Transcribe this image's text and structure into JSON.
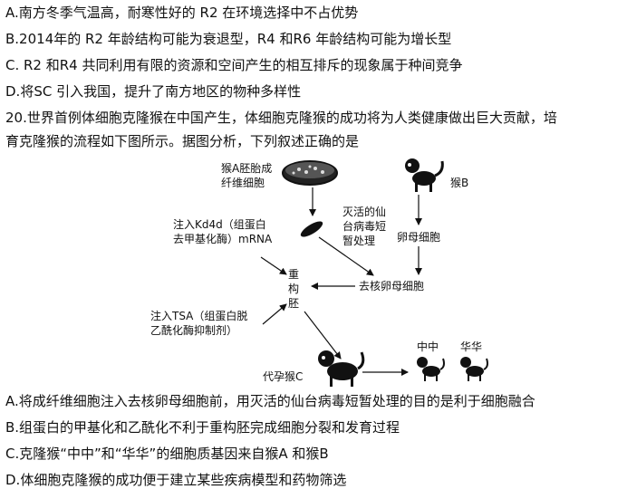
{
  "statements": {
    "a": "A.南方冬季气温高，耐寒性好的 R2 在环境选择中不占优势",
    "b": "B.2014年的 R2 年龄结构可能为衰退型，R4 和R6 年龄结构可能为增长型",
    "c": "C. R2 和R4 共同利用有限的资源和空间产生的相互排斥的现象属于种间竞争",
    "d": "D.将SC 引入我国，提升了南方地区的物种多样性"
  },
  "question20": {
    "stem_line1": "20.世界首例体细胞克隆猴在中国产生，体细胞克隆猴的成功将为人类健康做出巨大贡献，培",
    "stem_line2": "育克隆猴的流程如下图所示。据图分析，下列叙述正确的是"
  },
  "figure": {
    "fibroblast_1": "猴A胚胎成",
    "fibroblast_2": "纤维细胞",
    "monkey_b": "猴B",
    "inject_kd4d_1": "注入Kd4d（组蛋白",
    "inject_kd4d_2": "去甲基化酶）mRNA",
    "virus_1": "灭活的仙",
    "virus_2": "台病毒短",
    "virus_3": "暂处理",
    "oocyte": "卵母细胞",
    "reconstructed_1": "重",
    "reconstructed_2": "构",
    "reconstructed_3": "胚",
    "enucleated_oocyte": "去核卵母细胞",
    "inject_tsa_1": "注入TSA（组蛋白脱",
    "inject_tsa_2": "乙酰化酶抑制剂）",
    "surrogate": "代孕猴C",
    "zhongzhong": "中中",
    "huahua": "华华"
  },
  "options": {
    "a": "A.将成纤维细胞注入去核卵母细胞前，用灭活的仙台病毒短暂处理的目的是利于细胞融合",
    "b": "B.组蛋白的甲基化和乙酰化不利于重构胚完成细胞分裂和发育过程",
    "c": "C.克隆猴“中中”和“华华”的细胞质基因来自猴A 和猴B",
    "d": "D.体细胞克隆猴的成功便于建立某些疾病模型和药物筛选"
  }
}
